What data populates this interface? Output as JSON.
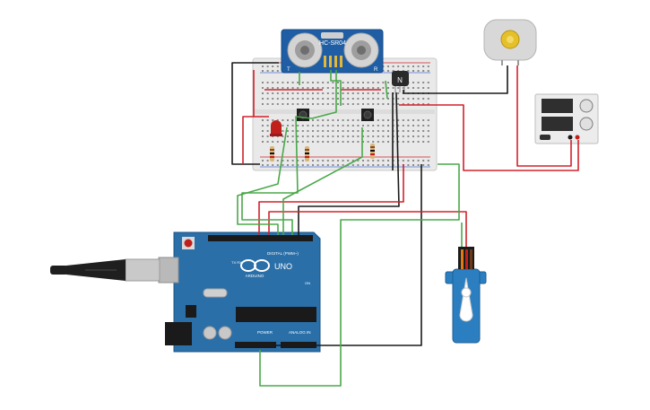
{
  "sensor": {
    "model": "HC-SR04",
    "pin_left": "T",
    "pin_right": "R"
  },
  "arduino": {
    "brand": "ARDUINO",
    "model": "UNO",
    "digital_header": "DIGITAL (PWM~)",
    "power_header": "POWER",
    "analog_header": "ANALOG IN",
    "tx_rx": "TX RX",
    "on_label": "ON"
  },
  "transistor": {
    "label": "N"
  },
  "colors": {
    "wire_red": "#d0222b",
    "wire_black": "#1a1a1a",
    "wire_green": "#4aa84a",
    "board_blue": "#2a6fa8",
    "breadboard": "#eeeeee",
    "servo_blue": "#2b7fc1",
    "led_red": "#c0201c"
  },
  "icons": [
    "usb-cable-icon",
    "dc-motor-icon",
    "power-supply-icon",
    "servo-icon",
    "push-button-icon",
    "led-icon",
    "resistor-icon"
  ]
}
